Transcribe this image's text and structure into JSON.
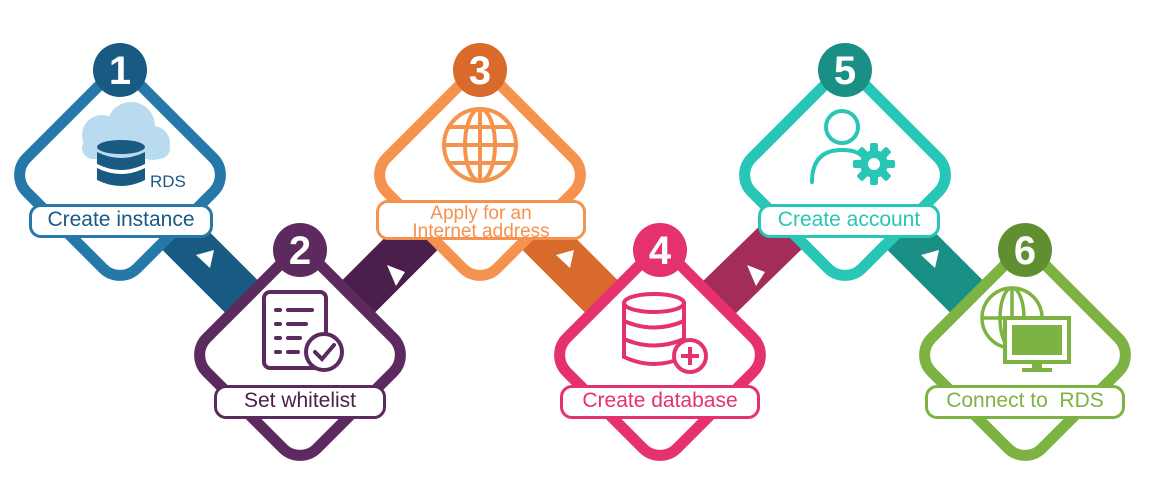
{
  "colors": {
    "step1": "#2578a8",
    "step1_dark": "#185a82",
    "step2": "#5c2a5e",
    "step2_dark": "#4a1f4c",
    "step3": "#f5924e",
    "step3_dark": "#d86a2c",
    "step4": "#e5316f",
    "step4_dark": "#a32c58",
    "step5": "#27c6b6",
    "step5_dark": "#1a8f86",
    "step6": "#7cb342",
    "step6_dark": "#5f8f30",
    "cloud": "#b9dbef"
  },
  "steps": [
    {
      "number": "1",
      "label": "Create instance",
      "icon": "cloud-database-icon",
      "icon_text": "RDS"
    },
    {
      "number": "2",
      "label": "Set whitelist",
      "icon": "checklist-icon"
    },
    {
      "number": "3",
      "label": "Apply for an Internet address",
      "label_line1": "Apply for an",
      "label_line2": "Internet address",
      "icon": "globe-icon"
    },
    {
      "number": "4",
      "label": "Create database",
      "icon": "database-add-icon"
    },
    {
      "number": "5",
      "label": "Create account",
      "icon": "user-settings-icon"
    },
    {
      "number": "6",
      "label": "Connect to  RDS",
      "icon": "globe-monitor-icon"
    }
  ]
}
